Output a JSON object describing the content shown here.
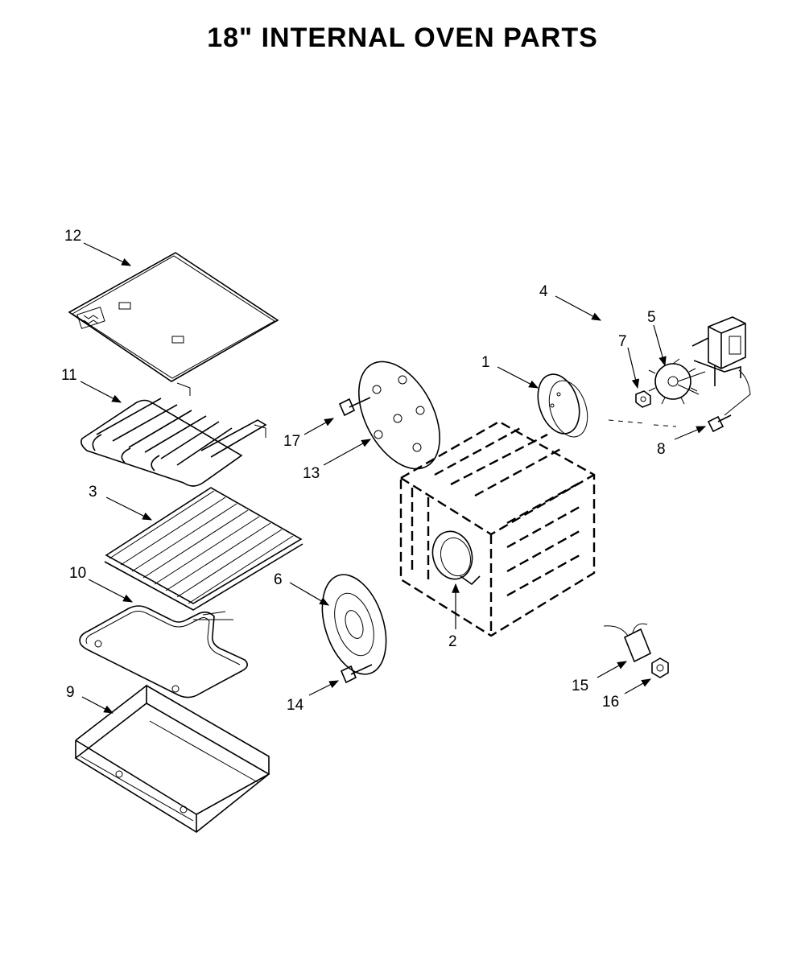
{
  "title": "18\" INTERNAL OVEN PARTS",
  "callouts": [
    {
      "id": "c12",
      "label": "12",
      "part": "oven-bottom-panel"
    },
    {
      "id": "c11",
      "label": "11",
      "part": "broil-element"
    },
    {
      "id": "c3",
      "label": "3",
      "part": "oven-rack"
    },
    {
      "id": "c10",
      "label": "10",
      "part": "bake-element"
    },
    {
      "id": "c9",
      "label": "9",
      "part": "drip-tray"
    },
    {
      "id": "c17",
      "label": "17",
      "part": "screw"
    },
    {
      "id": "c13",
      "label": "13",
      "part": "fan-cover-plate"
    },
    {
      "id": "c6",
      "label": "6",
      "part": "fan-baffle"
    },
    {
      "id": "c14",
      "label": "14",
      "part": "screw"
    },
    {
      "id": "c1",
      "label": "1",
      "part": "insulation-disc"
    },
    {
      "id": "c2",
      "label": "2",
      "part": "oven-cavity"
    },
    {
      "id": "c4",
      "label": "4",
      "part": "convection-motor-assembly"
    },
    {
      "id": "c5",
      "label": "5",
      "part": "fan-blade"
    },
    {
      "id": "c7",
      "label": "7",
      "part": "nut"
    },
    {
      "id": "c8",
      "label": "8",
      "part": "screw"
    },
    {
      "id": "c15",
      "label": "15",
      "part": "sensor"
    },
    {
      "id": "c16",
      "label": "16",
      "part": "nut"
    }
  ]
}
